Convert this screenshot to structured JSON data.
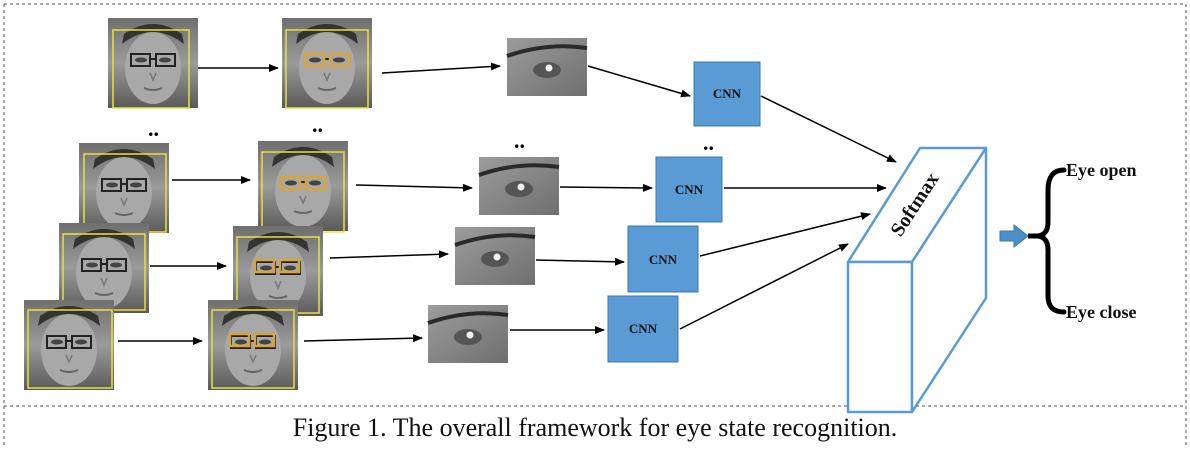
{
  "diagram": {
    "cnn_label": "CNN",
    "softmax_label": "Softmax",
    "ellipsis": "..",
    "outputs": [
      "Eye open",
      "Eye close"
    ]
  },
  "caption": "Figure 1. The overall framework for eye state recognition.",
  "colors": {
    "cnn_fill": "#5b9bd5",
    "softmax_stroke": "#5b9bd5",
    "face_box": "#e8e23a",
    "eye_box": "#d9a43a",
    "arrow_fill": "#4a90c8",
    "border": "#555555"
  },
  "icons": [
    "face-photo-icon",
    "face-eye-detected-icon",
    "eye-crop-icon",
    "output-arrow-icon",
    "curly-brace-icon"
  ]
}
